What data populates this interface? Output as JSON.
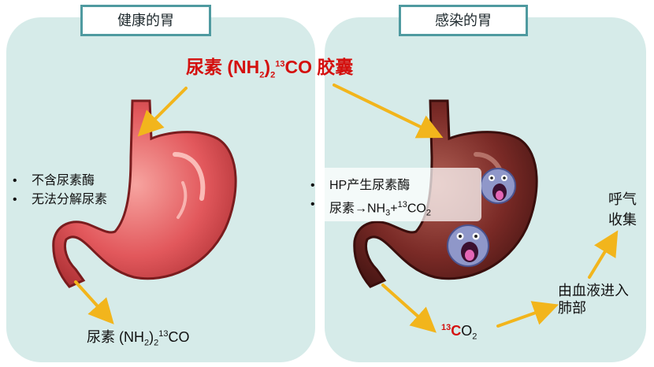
{
  "panels": {
    "left_title": "健康的胃",
    "right_title": "感染的胃"
  },
  "capsule": {
    "urea": "尿素",
    "formula_open": "(NH",
    "sub_2": "2",
    "formula_close": ")",
    "sub_2b": "2",
    "sup_13": "13",
    "co": "CO",
    "capsule_word": "胶囊"
  },
  "left_bullets": [
    "不含尿素酶",
    "无法分解尿素"
  ],
  "right_bullets": {
    "line1": "HP产生尿素酶",
    "line2_prefix": "尿素→NH",
    "line2_sub3": "3",
    "line2_plus": "+",
    "line2_sup13": "13",
    "line2_co": "CO",
    "line2_sub2": "2"
  },
  "urea_bottom": {
    "urea": "尿素",
    "formula_open": "(NH",
    "sub_2": "2",
    "formula_close": ")",
    "sub_2b": "2",
    "sup_13": "13",
    "co": "CO"
  },
  "co2_label": {
    "sup_13": "13",
    "c": "C",
    "o": "O",
    "sub_2": "2"
  },
  "blood_label": "由血液进入肺部",
  "breath_label": "呼气收集",
  "colors": {
    "panel_bg": "#d6ebe9",
    "title_border": "#4f9aa0",
    "healthy_stomach": "#e2585c",
    "infected_stomach": "#7a2a26",
    "arrow": "#f2b51c",
    "accent_red": "#d4100e"
  }
}
